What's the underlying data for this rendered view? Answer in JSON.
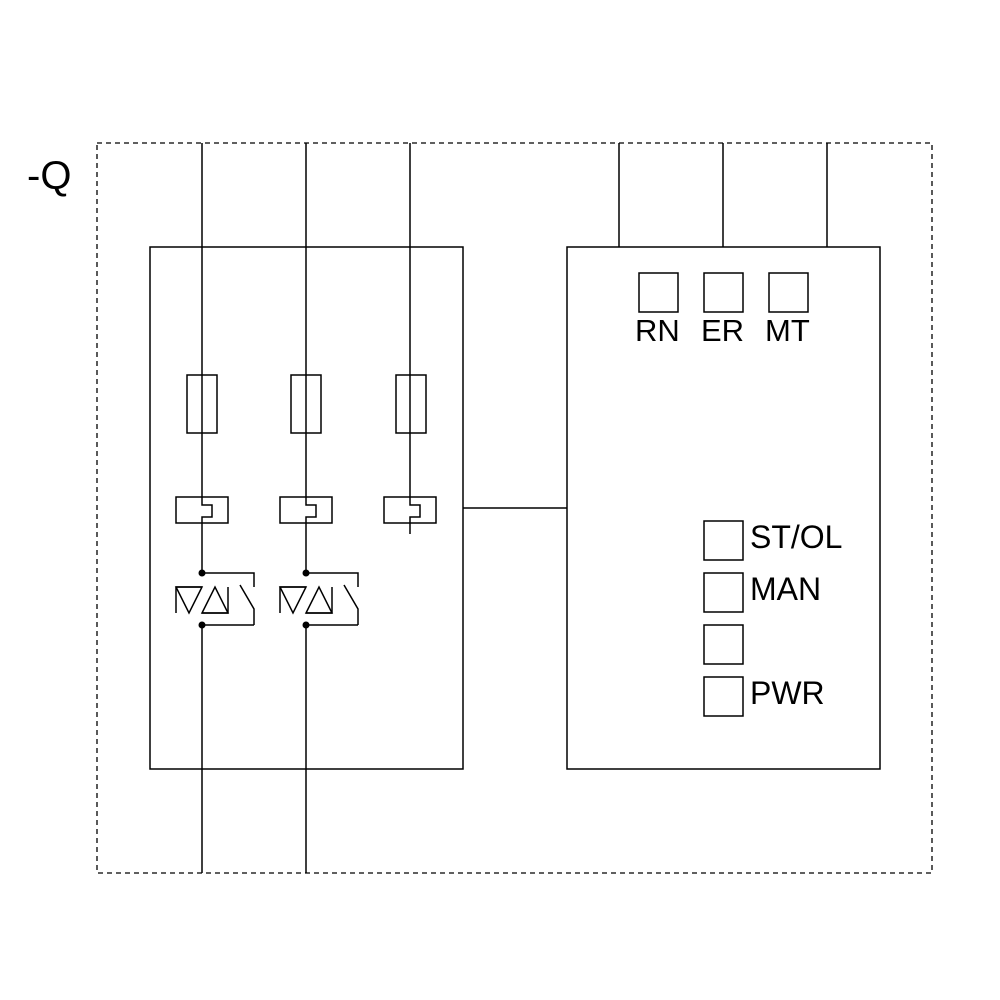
{
  "designation": "-Q",
  "indicators_top": [
    {
      "label": "RN"
    },
    {
      "label": "ER"
    },
    {
      "label": "MT"
    }
  ],
  "indicators_side": [
    {
      "label": "ST/OL"
    },
    {
      "label": "MAN"
    },
    {
      "label": ""
    },
    {
      "label": "PWR"
    }
  ],
  "phases": 3,
  "thyristor_phases": 2
}
